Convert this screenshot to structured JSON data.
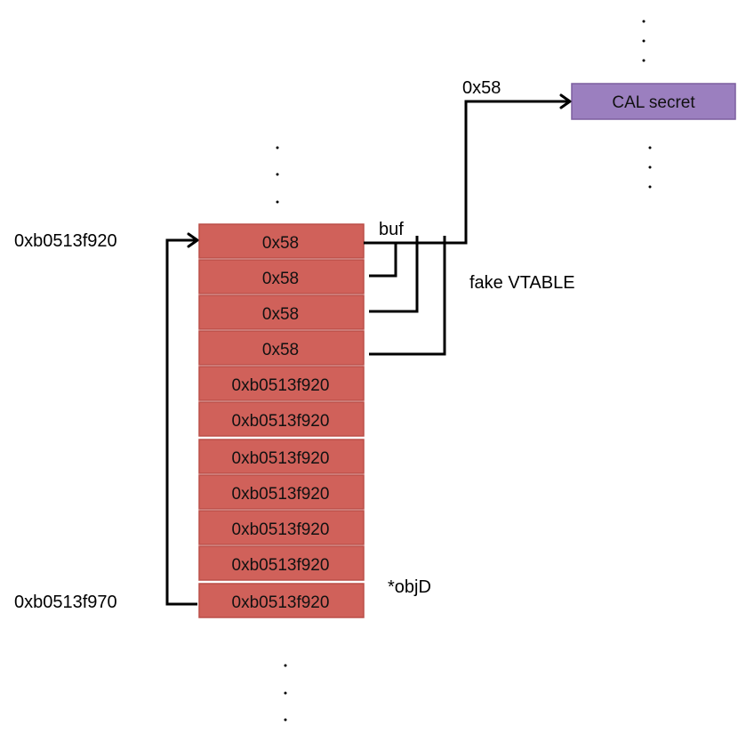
{
  "memory_cells": [
    "0x58",
    "0x58",
    "0x58",
    "0x58",
    "0xb0513f920",
    "0xb0513f920",
    "0xb0513f920",
    "0xb0513f920",
    "0xb0513f920",
    "0xb0513f920",
    "0xb0513f920"
  ],
  "labels": {
    "top_address": "0xb0513f920",
    "bottom_address": "0xb0513f970",
    "buf": "buf",
    "fake_vtable": "fake VTABLE",
    "objd": "*objD",
    "offset": "0x58"
  },
  "target": {
    "label": "CAL secret"
  },
  "colors": {
    "cell_fill": "#d0615a",
    "target_fill": "#9b7fbf"
  }
}
